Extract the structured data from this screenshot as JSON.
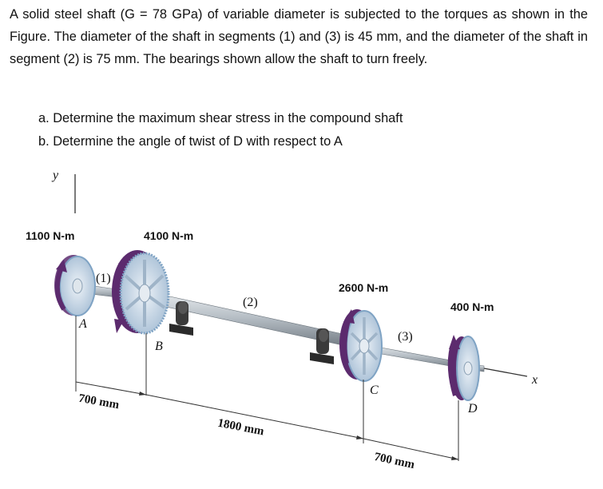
{
  "problem": {
    "statement": "A solid steel shaft (G = 78 GPa) of variable diameter is subjected to the torques as shown in the Figure. The diameter of the shaft in segments (1) and (3) is 45 mm, and the diameter of the shaft in segment (2) is 75 mm. The bearings shown allow the shaft to turn freely.",
    "parts": [
      "a. Determine the maximum shear stress in the compound shaft",
      "b. Determine the angle of twist of D with respect to A"
    ]
  },
  "figure": {
    "axes": {
      "y": "y",
      "x": "x"
    },
    "torques": {
      "A": "1100 N-m",
      "B": "4100 N-m",
      "C": "2600 N-m",
      "D": "400 N-m"
    },
    "segments": {
      "s1": "(1)",
      "s2": "(2)",
      "s3": "(3)"
    },
    "points": {
      "A": "A",
      "B": "B",
      "C": "C",
      "D": "D"
    },
    "dimensions": {
      "AB": "700 mm",
      "BC": "1800 mm",
      "CD": "700 mm"
    },
    "colors": {
      "gear_face": "#c9d7e6",
      "gear_rim": "#7fa3c4",
      "torque_arrow": "#5c2b6e",
      "shaft": "#9aa3ab",
      "bearing": "#2e2e2e"
    }
  }
}
